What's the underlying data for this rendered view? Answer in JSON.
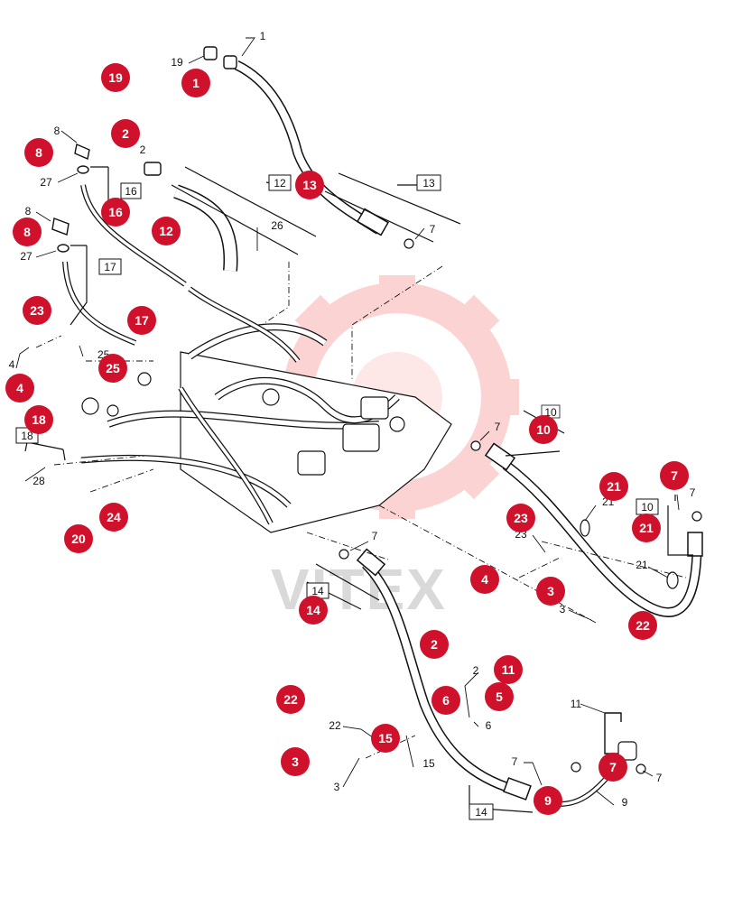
{
  "watermark": {
    "text": "VITEX",
    "color": "#e3e3e3",
    "gear_color": "#fbd3d3"
  },
  "colors": {
    "badge": "#d0112b",
    "badge_text": "#ffffff",
    "line": "#111111"
  },
  "badges": [
    "1",
    "19",
    "2",
    "8",
    "16",
    "12",
    "13",
    "8",
    "23",
    "17",
    "25",
    "4",
    "18",
    "20",
    "24",
    "10",
    "7",
    "21",
    "21",
    "23",
    "4",
    "3",
    "22",
    "14",
    "2",
    "11",
    "6",
    "5",
    "22",
    "15",
    "3",
    "7",
    "9"
  ],
  "callouts": [
    "19",
    "1",
    "8",
    "27",
    "8",
    "27",
    "26",
    "7",
    "4",
    "25",
    "28",
    "7",
    "23",
    "21",
    "21",
    "3",
    "7",
    "2",
    "6",
    "22",
    "15",
    "3",
    "11",
    "7",
    "7",
    "9",
    "7",
    "2"
  ],
  "ref_boxes": [
    "16",
    "12",
    "13",
    "17",
    "18",
    "10",
    "14",
    "14"
  ],
  "reference_labels": [
    "10"
  ]
}
